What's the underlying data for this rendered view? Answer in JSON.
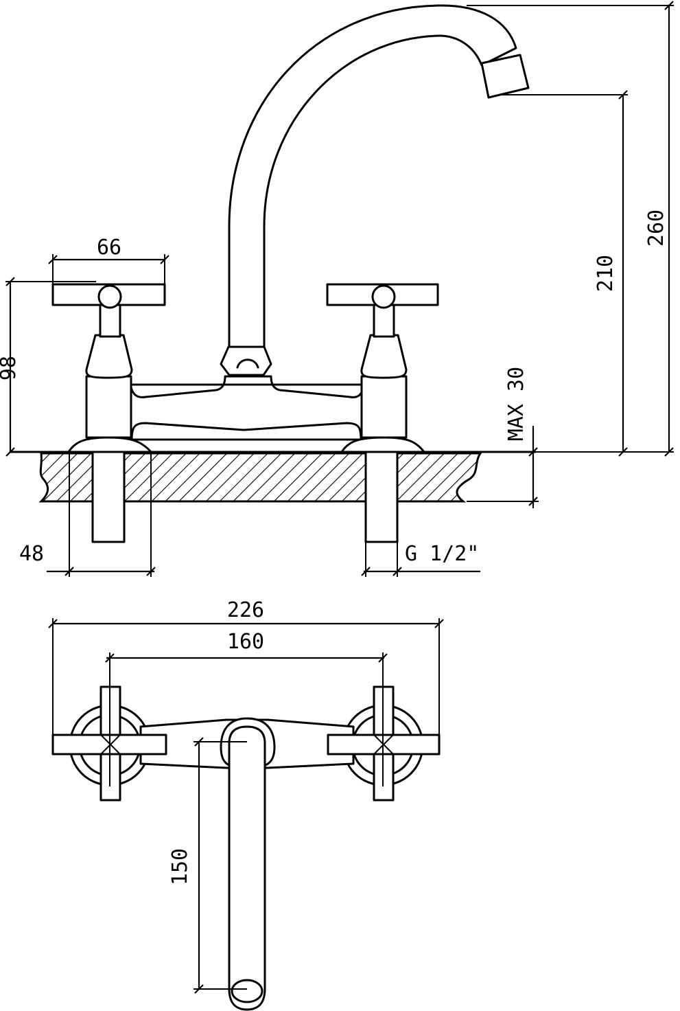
{
  "dimensions": {
    "handle_width": "66",
    "total_height": "260",
    "spout_height": "210",
    "body_height": "98",
    "max_thickness": "MAX 30",
    "hole_diameter": "48",
    "thread": "G 1/2\"",
    "overall_width": "226",
    "center_distance": "160",
    "spout_reach": "150"
  }
}
